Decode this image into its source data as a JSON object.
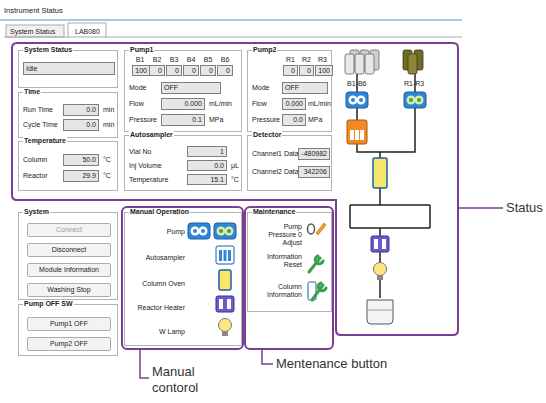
{
  "diagram": {
    "nodes": [
      {
        "text": [
          "System Status"
        ]
      },
      {
        "text": [
          "Idle"
        ],
        "in": 0
      },
      {
        "text": [
          "Time",
          "Run Time",
          "min",
          "Cycle Time",
          "min"
        ]
      },
      {
        "text": [
          "0.0"
        ],
        "in": 2
      },
      {
        "text": [
          "0.0"
        ],
        "in": 2
      },
      {
        "text": [
          "Temperature",
          "Column",
          "°C",
          "Reactor",
          "°C"
        ]
      },
      {
        "text": [
          "50.0"
        ],
        "in": 5
      },
      {
        "text": [
          "29.9"
        ],
        "in": 5
      },
      {
        "text": [
          "Pump1",
          "B1",
          "B2",
          "B3",
          "B4",
          "B5",
          "B6",
          "Mode",
          "Flow",
          "mL/min",
          "Pressure",
          "MPa"
        ]
      },
      {
        "text": [
          "100"
        ],
        "in": 8
      },
      {
        "text": [
          "0"
        ],
        "in": 8
      },
      {
        "text": [
          "0"
        ],
        "in": 8
      },
      {
        "text": [
          "0"
        ],
        "in": 8
      },
      {
        "text": [
          "0"
        ],
        "in": 8
      },
      {
        "text": [
          "0"
        ],
        "in": 8
      },
      {
        "text": [
          "OFF"
        ],
        "in": 8
      },
      {
        "text": [
          "0.000"
        ],
        "in": 8
      },
      {
        "text": [
          "0.1"
        ],
        "in": 8
      },
      {
        "text": [
          "Pump2",
          "R1",
          "R2",
          "R3",
          "Mode",
          "Flow",
          "mL/min",
          "Pressure",
          "MPa"
        ]
      },
      {
        "text": [
          "0"
        ],
        "in": 18
      },
      {
        "text": [
          "0"
        ],
        "in": 18
      },
      {
        "text": [
          "100"
        ],
        "in": 18
      },
      {
        "text": [
          "OFF"
        ],
        "in": 18
      },
      {
        "text": [
          "0.000"
        ],
        "in": 18
      },
      {
        "text": [
          "0.0"
        ],
        "in": 18
      },
      {
        "text": [
          "Autosampler",
          "Vial No",
          "Inj Volume",
          "μL",
          "Temperature",
          "°C"
        ]
      },
      {
        "text": [
          "1"
        ],
        "in": 25
      },
      {
        "text": [
          "0.0"
        ],
        "in": 25
      },
      {
        "text": [
          "15.1"
        ],
        "in": 25
      },
      {
        "text": [
          "Detector",
          "Channel1 Data",
          "Channel2 Data"
        ]
      },
      {
        "text": [
          "-480982"
        ],
        "in": 29
      },
      {
        "text": [
          "342206"
        ],
        "in": 29
      },
      {
        "text": [
          "System"
        ]
      },
      {
        "text": [
          "Connect"
        ],
        "in": 32
      },
      {
        "text": [
          "Disconnect"
        ],
        "in": 32
      },
      {
        "text": [
          "Module Information"
        ],
        "in": 32
      },
      {
        "text": [
          "Washing Stop"
        ],
        "in": 32
      },
      {
        "text": [
          "Pump OFF SW"
        ]
      },
      {
        "text": [
          "Pump1 OFF"
        ],
        "in": 37
      },
      {
        "text": [
          "Pump2 OFF"
        ],
        "in": 37
      },
      {
        "text": [
          "Manual Operation",
          "Pump",
          "Autosampler",
          "Column Oven",
          "Reactor Heater",
          "W Lamp"
        ]
      },
      {
        "text": [
          "Maintenance",
          "Pump Pressure 0 Adjust",
          "Information Reset",
          "Column Information"
        ]
      }
    ],
    "labels": [
      "Instrument Status",
      "System Status",
      "LAB080",
      "B1-B6",
      "R1-R3",
      "Status",
      "Manual contorol",
      "Mentenance button"
    ]
  }
}
